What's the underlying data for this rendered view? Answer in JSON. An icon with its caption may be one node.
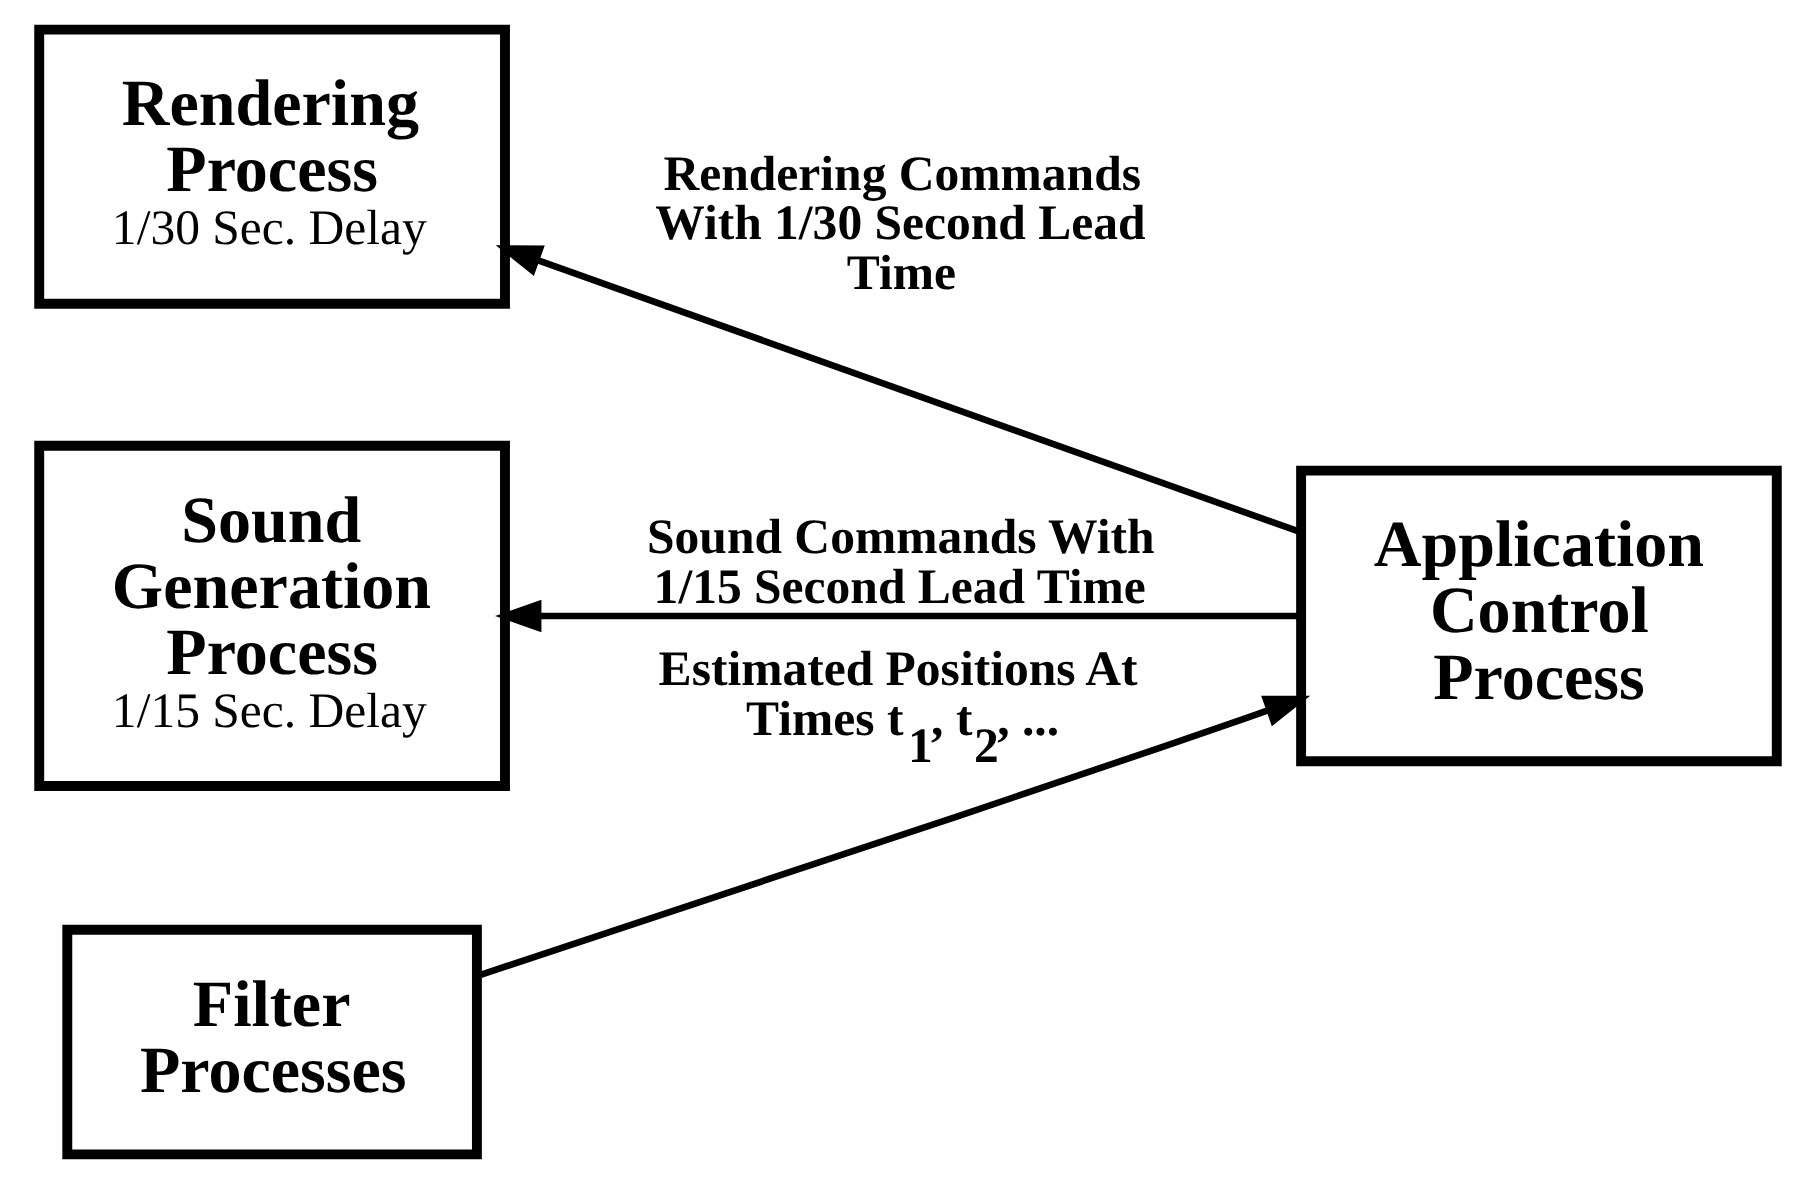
{
  "diagram": {
    "nodes": [
      {
        "text": [
          "Rendering Process",
          "1/30 Sec. Delay"
        ]
      },
      {
        "text": [
          "Application Control Process"
        ]
      },
      {
        "text": [
          "Filter Processes"
        ]
      },
      {
        "text": [
          "Sound Generation Process",
          "1/15 Sec. Delay"
        ]
      }
    ],
    "edges": [
      {
        "from": 1,
        "to": 0,
        "arrow": "to",
        "label": "Rendering Commands With 1/30 Second Lead Time"
      },
      {
        "from": 2,
        "to": 1,
        "arrow": "to",
        "label": "Estimated Positions At Times t$_{1}$, t$_{2}$, ..."
      },
      {
        "from": 1,
        "to": 3,
        "arrow": "to",
        "label": "Sound Commands With 1/15 Second Lead Time"
      }
    ]
  }
}
